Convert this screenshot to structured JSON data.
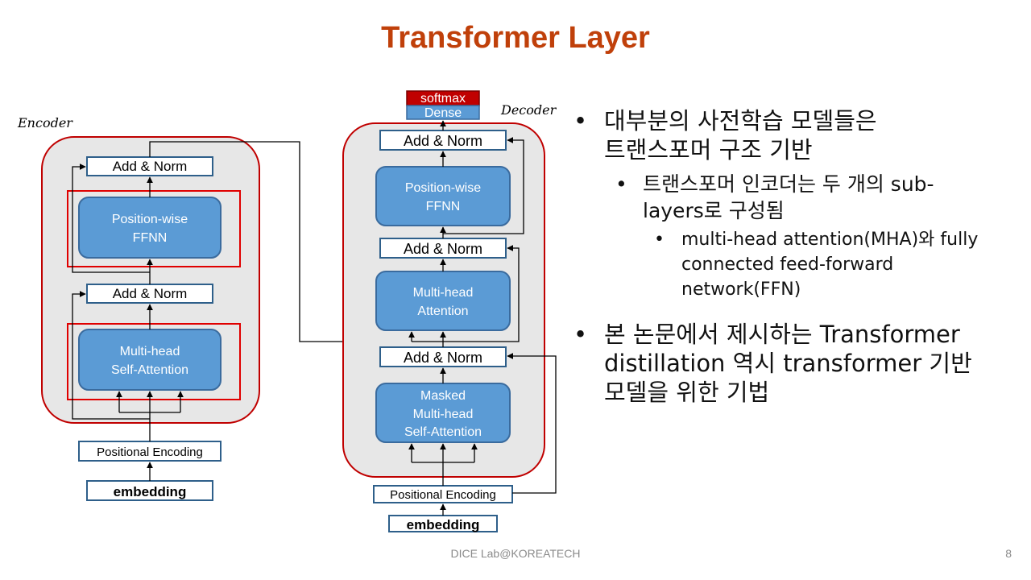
{
  "slide": {
    "title": "Transformer Layer",
    "footer": "DICE  Lab@KOREATECH",
    "page_number": "8"
  },
  "diagram": {
    "encoder": {
      "label": "Encoder",
      "add_norm_top": "Add & Norm",
      "ffnn_line1": "Position-wise",
      "ffnn_line2": "FFNN",
      "add_norm_bottom": "Add & Norm",
      "mha_line1": "Multi-head",
      "mha_line2": "Self-Attention",
      "positional_encoding": "Positional  Encoding",
      "embedding": "embedding"
    },
    "decoder": {
      "label": "Decoder",
      "softmax": "softmax",
      "dense": "Dense",
      "add_norm_top": "Add  &  Norm",
      "ffnn_line1": "Position-wise",
      "ffnn_line2": "FFNN",
      "add_norm_mid": "Add  &  Norm",
      "mha_line1": "Multi-head",
      "mha_line2": "Attention",
      "add_norm_bottom": "Add  &  Norm",
      "masked_line1": "Masked",
      "masked_line2": "Multi-head",
      "masked_line3": "Self-Attention",
      "positional_encoding": "Positional  Encoding",
      "embedding": "embedding"
    },
    "colors": {
      "block_fill": "#5b9bd5",
      "block_stroke": "#3a6b9e",
      "frame_red": "#c00000",
      "outline_blue": "#2e5f8a",
      "title_orange": "#c0400a"
    }
  },
  "bullets": {
    "b1_line1": "대부분의 사전학습 모델들은",
    "b1_line2": "트랜스포머 구조 기반",
    "b1_sub_line1": "트랜스포머 인코더는 두 개의 sub-",
    "b1_sub_line2": "layers로 구성됨",
    "b1_subsub_line1": "multi-head attention(MHA)와 fully",
    "b1_subsub_line2": "connected feed-forward",
    "b1_subsub_line3": "network(FFN)",
    "b2_line1": "본 논문에서 제시하는 Transformer",
    "b2_line2": "distillation 역시 transformer 기반",
    "b2_line3": "모델을 위한 기법"
  }
}
